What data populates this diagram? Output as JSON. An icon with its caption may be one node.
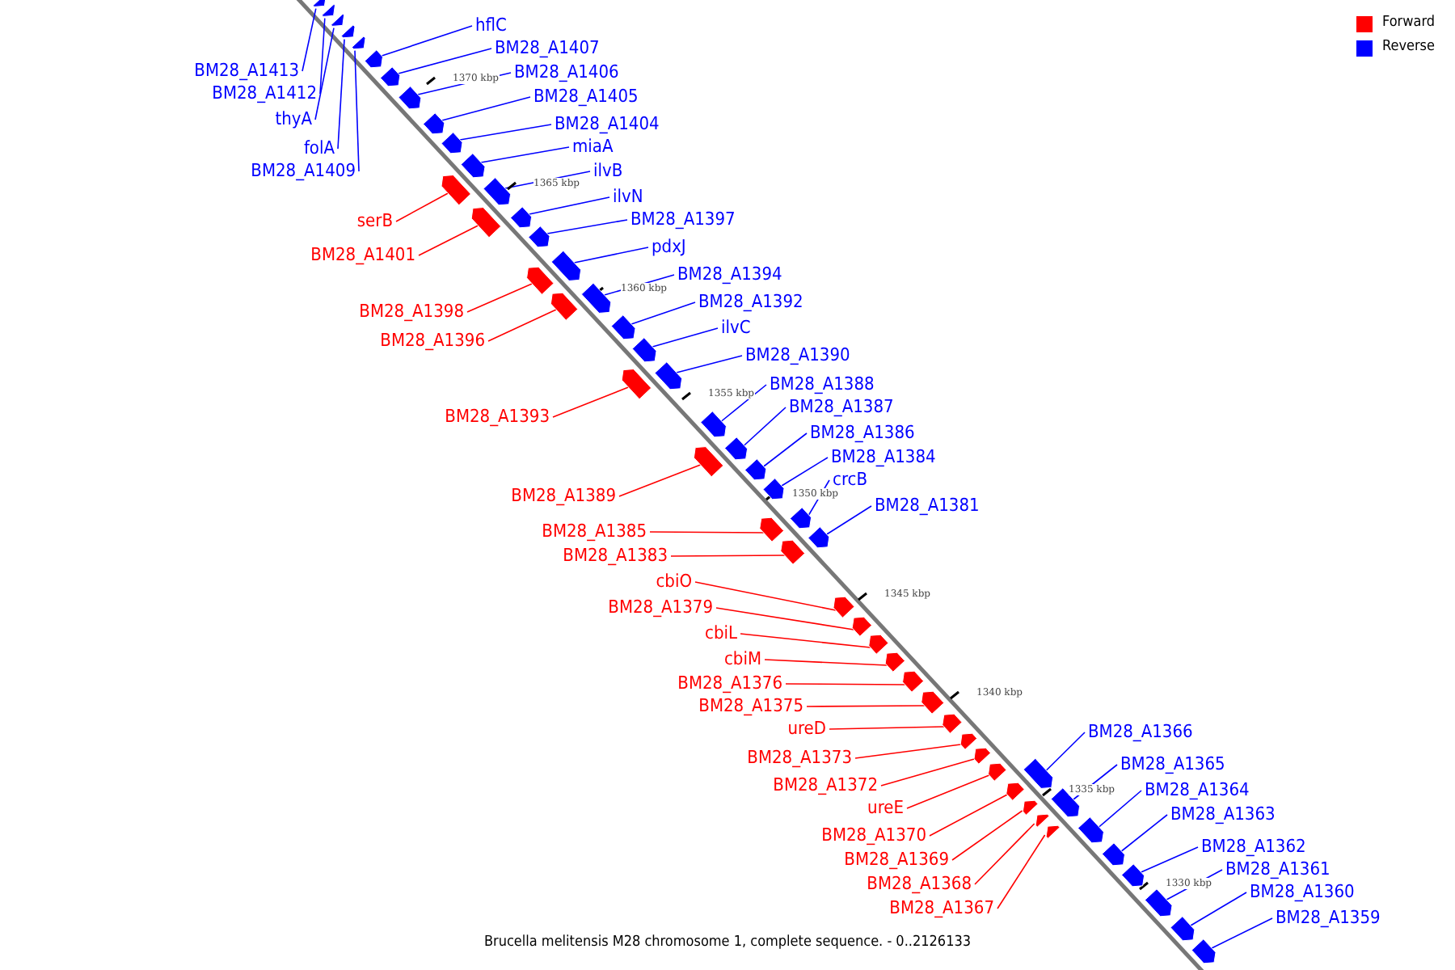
{
  "diagram": {
    "caption": "Brucella melitensis M28 chromosome 1, complete sequence. - 0..2126133",
    "nodes": [
      {
        "text": [
          "BM28_A1413"
        ]
      },
      {
        "text": [],
        "shape": "arrow"
      },
      {
        "text": [
          "BM28_A1412"
        ]
      },
      {
        "text": [],
        "shape": "arrow"
      },
      {
        "text": [
          "thyA"
        ]
      },
      {
        "text": [],
        "shape": "arrow"
      },
      {
        "text": [
          "folA"
        ]
      },
      {
        "text": [],
        "shape": "arrow"
      },
      {
        "text": [
          "BM28_A1409"
        ]
      },
      {
        "text": [],
        "shape": "arrow"
      },
      {
        "text": [
          "hflC"
        ]
      },
      {
        "text": [],
        "shape": "arrow"
      },
      {
        "text": [
          "BM28_A1407"
        ]
      },
      {
        "text": [],
        "shape": "arrow"
      },
      {
        "text": [
          "BM28_A1406"
        ]
      },
      {
        "text": [],
        "shape": "arrow"
      },
      {
        "text": [
          "BM28_A1405"
        ]
      },
      {
        "text": [],
        "shape": "arrow"
      },
      {
        "text": [
          "BM28_A1404"
        ]
      },
      {
        "text": [],
        "shape": "arrow"
      },
      {
        "text": [
          "miaA"
        ]
      },
      {
        "text": [],
        "shape": "arrow"
      },
      {
        "text": [
          "ilvB"
        ]
      },
      {
        "text": [],
        "shape": "arrow"
      },
      {
        "text": [
          "ilvN"
        ]
      },
      {
        "text": [],
        "shape": "arrow"
      },
      {
        "text": [
          "BM28_A1397"
        ]
      },
      {
        "text": [],
        "shape": "arrow"
      },
      {
        "text": [
          "pdxJ"
        ]
      },
      {
        "text": [],
        "shape": "arrow"
      },
      {
        "text": [
          "BM28_A1394"
        ]
      },
      {
        "text": [],
        "shape": "arrow"
      },
      {
        "text": [
          "BM28_A1392"
        ]
      },
      {
        "text": [],
        "shape": "arrow"
      },
      {
        "text": [
          "ilvC"
        ]
      },
      {
        "text": [],
        "shape": "arrow"
      },
      {
        "text": [
          "BM28_A1390"
        ]
      },
      {
        "text": [],
        "shape": "arrow"
      },
      {
        "text": [
          "BM28_A1388"
        ]
      },
      {
        "text": [],
        "shape": "arrow"
      },
      {
        "text": [
          "BM28_A1387"
        ]
      },
      {
        "text": [],
        "shape": "arrow"
      },
      {
        "text": [
          "BM28_A1386"
        ]
      },
      {
        "text": [],
        "shape": "arrow"
      },
      {
        "text": [
          "BM28_A1384"
        ]
      },
      {
        "text": [],
        "shape": "arrow"
      },
      {
        "text": [
          "crcB"
        ]
      },
      {
        "text": [],
        "shape": "arrow"
      },
      {
        "text": [
          "BM28_A1381"
        ]
      },
      {
        "text": [],
        "shape": "arrow"
      },
      {
        "text": [
          "serB"
        ]
      },
      {
        "text": [],
        "shape": "arrow"
      },
      {
        "text": [
          "BM28_A1401"
        ]
      },
      {
        "text": [],
        "shape": "arrow"
      },
      {
        "text": [
          "BM28_A1398"
        ]
      },
      {
        "text": [],
        "shape": "arrow"
      },
      {
        "text": [
          "BM28_A1396"
        ]
      },
      {
        "text": [],
        "shape": "arrow"
      },
      {
        "text": [
          "BM28_A1393"
        ]
      },
      {
        "text": [],
        "shape": "arrow"
      },
      {
        "text": [
          "BM28_A1389"
        ]
      },
      {
        "text": [],
        "shape": "arrow"
      },
      {
        "text": [
          "BM28_A1385"
        ]
      },
      {
        "text": [],
        "shape": "arrow"
      },
      {
        "text": [
          "BM28_A1383"
        ]
      },
      {
        "text": [],
        "shape": "arrow"
      },
      {
        "text": [
          "cbiO"
        ]
      },
      {
        "text": [],
        "shape": "arrow"
      },
      {
        "text": [
          "BM28_A1379"
        ]
      },
      {
        "text": [],
        "shape": "arrow"
      },
      {
        "text": [
          "cbiL"
        ]
      },
      {
        "text": [],
        "shape": "arrow"
      },
      {
        "text": [
          "cbiM"
        ]
      },
      {
        "text": [],
        "shape": "arrow"
      },
      {
        "text": [
          "BM28_A1376"
        ]
      },
      {
        "text": [],
        "shape": "arrow"
      },
      {
        "text": [
          "BM28_A1375"
        ]
      },
      {
        "text": [],
        "shape": "arrow"
      },
      {
        "text": [
          "ureD"
        ]
      },
      {
        "text": [],
        "shape": "arrow"
      },
      {
        "text": [
          "BM28_A1373"
        ]
      },
      {
        "text": [],
        "shape": "arrow"
      },
      {
        "text": [
          "BM28_A1372"
        ]
      },
      {
        "text": [],
        "shape": "arrow"
      },
      {
        "text": [
          "ureE"
        ]
      },
      {
        "text": [],
        "shape": "arrow"
      },
      {
        "text": [
          "BM28_A1370"
        ]
      },
      {
        "text": [],
        "shape": "arrow"
      },
      {
        "text": [
          "BM28_A1369"
        ]
      },
      {
        "text": [],
        "shape": "arrow"
      },
      {
        "text": [
          "BM28_A1368"
        ]
      },
      {
        "text": [],
        "shape": "arrow"
      },
      {
        "text": [
          "BM28_A1367"
        ]
      },
      {
        "text": [],
        "shape": "arrow"
      },
      {
        "text": [
          "BM28_A1366"
        ]
      },
      {
        "text": [],
        "shape": "arrow"
      },
      {
        "text": [
          "BM28_A1365"
        ]
      },
      {
        "text": [],
        "shape": "arrow"
      },
      {
        "text": [
          "BM28_A1364"
        ]
      },
      {
        "text": [],
        "shape": "arrow"
      },
      {
        "text": [
          "BM28_A1363"
        ]
      },
      {
        "text": [],
        "shape": "arrow"
      },
      {
        "text": [
          "BM28_A1362"
        ]
      },
      {
        "text": [],
        "shape": "arrow"
      },
      {
        "text": [
          "BM28_A1361"
        ]
      },
      {
        "text": [],
        "shape": "arrow"
      },
      {
        "text": [
          "BM28_A1360"
        ]
      },
      {
        "text": [],
        "shape": "arrow"
      },
      {
        "text": [
          "BM28_A1359"
        ]
      },
      {
        "text": [],
        "shape": "arrow"
      }
    ],
    "edges": [
      {
        "from": 0,
        "to": 1,
        "arrow": "none"
      },
      {
        "from": 2,
        "to": 3,
        "arrow": "none"
      },
      {
        "from": 4,
        "to": 5,
        "arrow": "none"
      },
      {
        "from": 6,
        "to": 7,
        "arrow": "none"
      },
      {
        "from": 8,
        "to": 9,
        "arrow": "none"
      },
      {
        "from": 10,
        "to": 11,
        "arrow": "none"
      },
      {
        "from": 12,
        "to": 13,
        "arrow": "none"
      },
      {
        "from": 14,
        "to": 15,
        "arrow": "none"
      },
      {
        "from": 16,
        "to": 17,
        "arrow": "none"
      },
      {
        "from": 18,
        "to": 19,
        "arrow": "none"
      },
      {
        "from": 20,
        "to": 21,
        "arrow": "none"
      },
      {
        "from": 22,
        "to": 23,
        "arrow": "none"
      },
      {
        "from": 24,
        "to": 25,
        "arrow": "none"
      },
      {
        "from": 26,
        "to": 27,
        "arrow": "none"
      },
      {
        "from": 28,
        "to": 29,
        "arrow": "none"
      },
      {
        "from": 30,
        "to": 31,
        "arrow": "none"
      },
      {
        "from": 32,
        "to": 33,
        "arrow": "none"
      },
      {
        "from": 34,
        "to": 35,
        "arrow": "none"
      },
      {
        "from": 36,
        "to": 37,
        "arrow": "none"
      },
      {
        "from": 38,
        "to": 39,
        "arrow": "none"
      },
      {
        "from": 40,
        "to": 41,
        "arrow": "none"
      },
      {
        "from": 42,
        "to": 43,
        "arrow": "none"
      },
      {
        "from": 44,
        "to": 45,
        "arrow": "none"
      },
      {
        "from": 46,
        "to": 47,
        "arrow": "none"
      },
      {
        "from": 48,
        "to": 49,
        "arrow": "none"
      },
      {
        "from": 50,
        "to": 51,
        "arrow": "none",
        "color": "#ff0000"
      },
      {
        "from": 52,
        "to": 53,
        "arrow": "none",
        "color": "#ff0000"
      },
      {
        "from": 54,
        "to": 55,
        "arrow": "none",
        "color": "#ff0000"
      },
      {
        "from": 56,
        "to": 57,
        "arrow": "none",
        "color": "#ff0000"
      },
      {
        "from": 58,
        "to": 59,
        "arrow": "none",
        "color": "#ff0000"
      },
      {
        "from": 60,
        "to": 61,
        "arrow": "none",
        "color": "#ff0000"
      },
      {
        "from": 62,
        "to": 63,
        "arrow": "none",
        "color": "#ff0000"
      },
      {
        "from": 64,
        "to": 65,
        "arrow": "none",
        "color": "#ff0000"
      },
      {
        "from": 66,
        "to": 67,
        "arrow": "none",
        "color": "#ff0000"
      },
      {
        "from": 68,
        "to": 69,
        "arrow": "none",
        "color": "#ff0000"
      },
      {
        "from": 70,
        "to": 71,
        "arrow": "none",
        "color": "#ff0000"
      },
      {
        "from": 72,
        "to": 73,
        "arrow": "none",
        "color": "#ff0000"
      },
      {
        "from": 74,
        "to": 75,
        "arrow": "none",
        "color": "#ff0000"
      },
      {
        "from": 76,
        "to": 77,
        "arrow": "none",
        "color": "#ff0000"
      },
      {
        "from": 78,
        "to": 79,
        "arrow": "none",
        "color": "#ff0000"
      },
      {
        "from": 80,
        "to": 81,
        "arrow": "none",
        "color": "#ff0000"
      },
      {
        "from": 82,
        "to": 83,
        "arrow": "none",
        "color": "#ff0000"
      },
      {
        "from": 84,
        "to": 85,
        "arrow": "none",
        "color": "#ff0000"
      },
      {
        "from": 86,
        "to": 87,
        "arrow": "none",
        "color": "#ff0000"
      },
      {
        "from": 88,
        "to": 89,
        "arrow": "none",
        "color": "#ff0000"
      },
      {
        "from": 90,
        "to": 91,
        "arrow": "none",
        "color": "#ff0000"
      },
      {
        "from": 92,
        "to": 93,
        "arrow": "none",
        "color": "#ff0000"
      },
      {
        "from": 94,
        "to": 95,
        "arrow": "none"
      },
      {
        "from": 96,
        "to": 97,
        "arrow": "none"
      },
      {
        "from": 98,
        "to": 99,
        "arrow": "none"
      },
      {
        "from": 100,
        "to": 101,
        "arrow": "none"
      },
      {
        "from": 102,
        "to": 103,
        "arrow": "none"
      },
      {
        "from": 104,
        "to": 105,
        "arrow": "none"
      },
      {
        "from": 106,
        "to": 107,
        "arrow": "none"
      },
      {
        "from": 108,
        "to": 109,
        "arrow": "none"
      }
    ],
    "labels": [
      "1370 kbp",
      "1365 kbp",
      "1360 kbp",
      "1355 kbp",
      "1350 kbp",
      "1345 kbp",
      "1340 kbp",
      "1335 kbp",
      "1330 kbp"
    ],
    "legend": [
      {
        "text": "Forward",
        "color": "#ff0000"
      },
      {
        "text": "Reverse",
        "color": "#0000ff"
      }
    ]
  }
}
